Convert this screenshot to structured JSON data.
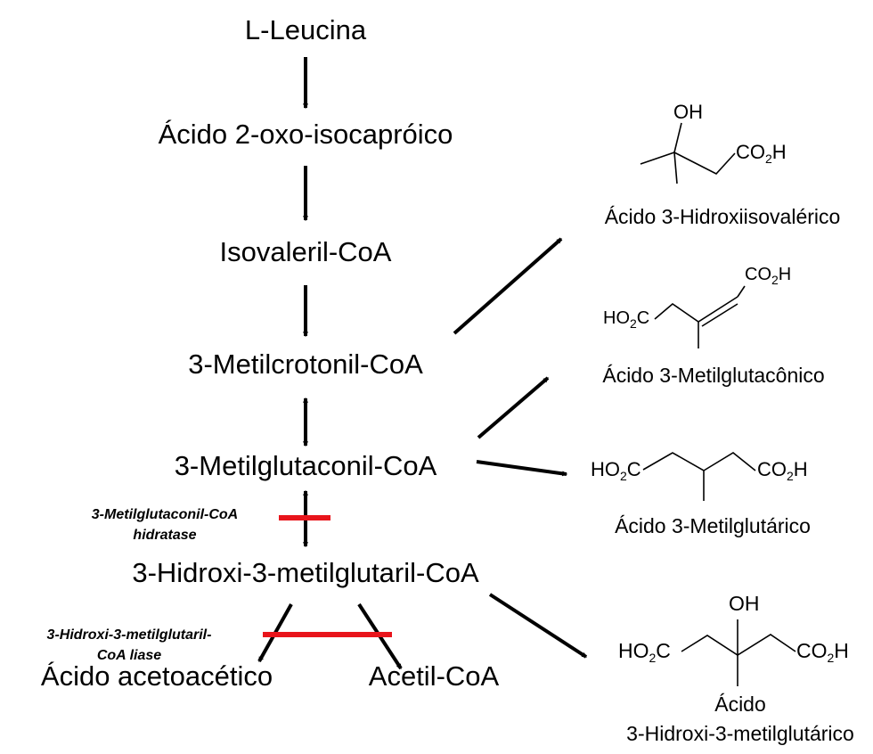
{
  "pathway": {
    "l_leucina": "L-Leucina",
    "acido_2_oxo": "Ácido 2-oxo-isocapróico",
    "isovaleril": "Isovaleril-CoA",
    "metilcrotonil": "3-Metilcrotonil-CoA",
    "metilglutaconil": "3-Metilglutaconil-CoA",
    "hidroxi_metilglutaril": "3-Hidroxi-3-metilglutaril-CoA",
    "acetoacetico": "Ácido acetoacético",
    "acetil_coa": "Acetil-CoA"
  },
  "enzymes": {
    "hidratase_line1": "3-Metilglutaconil-CoA",
    "hidratase_line2": "hidratase",
    "liase_line1": "3-Hidroxi-3-metilglutaril-",
    "liase_line2": "CoA liase"
  },
  "products": {
    "hidroxiisovalerico": "Ácido 3-Hidroxiisovalérico",
    "metilglutaconico": "Ácido 3-Metilglutacônico",
    "metilglutarico": "Ácido 3-Metilglutárico",
    "hmg_line1": "Ácido",
    "hmg_line2": "3-Hidroxi-3-metilglutárico"
  },
  "chem": {
    "oh": "OH",
    "co": "CO",
    "ho": "HO",
    "c": "C",
    "h": "H",
    "two": "2"
  },
  "colors": {
    "arrow": "#000000",
    "block": "#e8141b"
  }
}
